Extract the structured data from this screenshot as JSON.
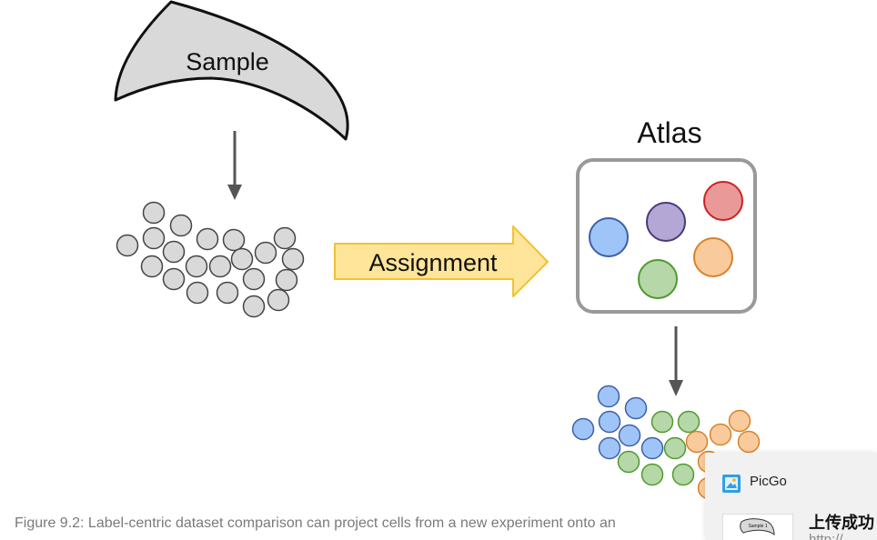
{
  "diagram": {
    "sample_label": "Sample",
    "assignment_label": "Assignment",
    "atlas_label": "Atlas",
    "colors": {
      "gray": "#d9d9d9",
      "blue": "#9fc5f8",
      "purple": "#b4a7d6",
      "red": "#ea9999",
      "orange": "#f9cb9c",
      "green": "#b6d7a8",
      "arrow_fill": "#ffe599",
      "arrow_stroke": "#f1c232"
    }
  },
  "caption": {
    "text": "Figure 9.2: Label-centric dataset comparison can project cells from a new experiment onto an"
  },
  "notification": {
    "app_name": "PicGo",
    "app_icon": "picgo-app-icon",
    "title": "上传成功",
    "url": "http://",
    "thumb_text": "Sample 1"
  }
}
